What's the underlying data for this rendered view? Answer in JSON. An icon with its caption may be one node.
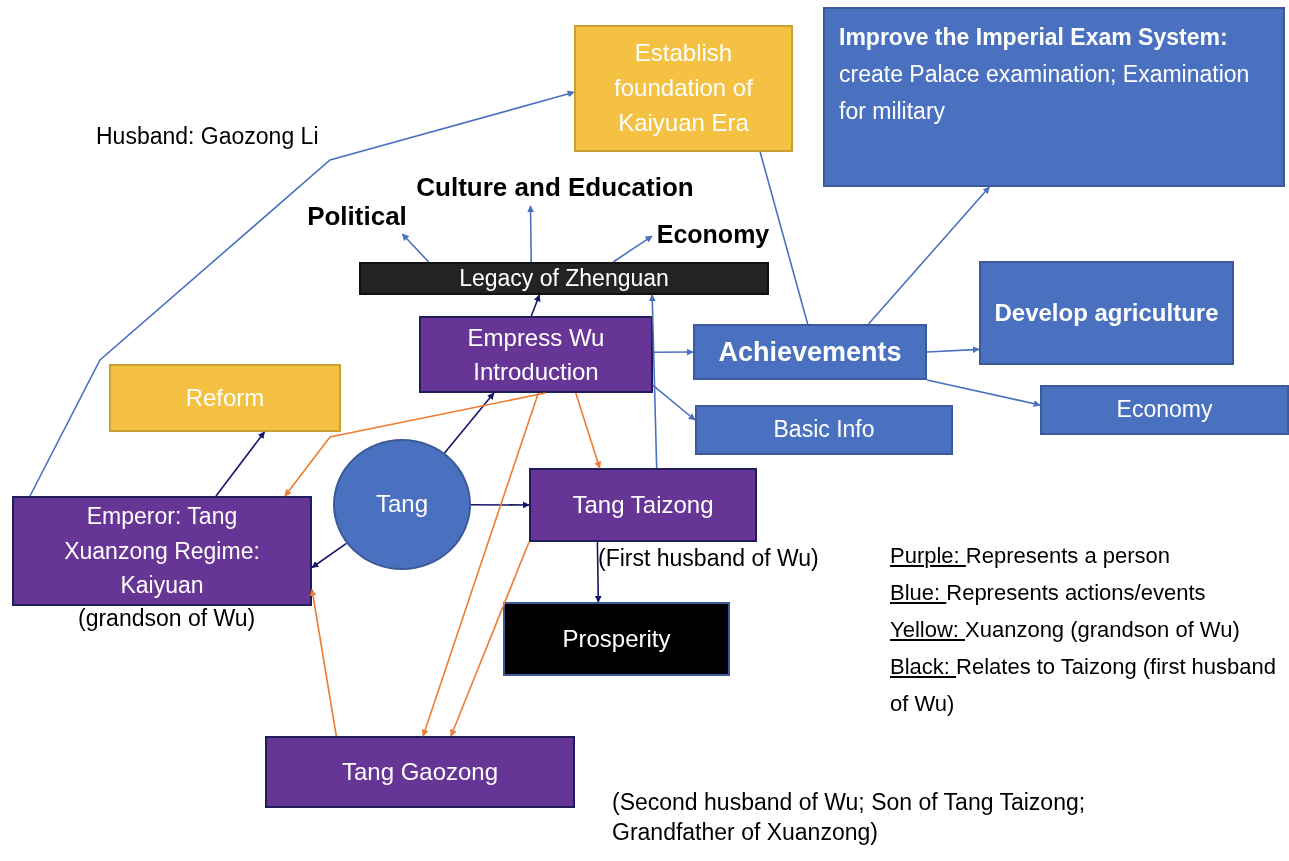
{
  "diagram": {
    "nodes": [
      {
        "text": [
          "Establish foundation of Kaiyuan Era"
        ]
      },
      {
        "text": [
          "Improve the Imperial Exam System:",
          "create Palace examination; Examination for military"
        ]
      },
      {
        "text": [
          "Culture and Education"
        ]
      },
      {
        "text": [
          "Political"
        ]
      },
      {
        "text": [
          "Economy"
        ]
      },
      {
        "text": [
          "Legacy of Zhenguan"
        ]
      },
      {
        "text": [
          "Empress Wu Introduction"
        ]
      },
      {
        "text": [
          "Achievements"
        ]
      },
      {
        "text": [
          "Develop agriculture"
        ]
      },
      {
        "text": [
          "Economy"
        ]
      },
      {
        "text": [
          "Basic Info"
        ]
      },
      {
        "text": [
          "Reform"
        ]
      },
      {
        "text": [
          "Tang"
        ]
      },
      {
        "text": [
          "Tang Taizong"
        ],
        "beside": [
          "(First husband of Wu)"
        ]
      },
      {
        "text": [
          "Emperor: Tang Xuanzong Regime: Kaiyuan"
        ],
        "beside": [
          "(grandson of Wu)"
        ]
      },
      {
        "text": [
          "Prosperity"
        ]
      },
      {
        "text": [
          "Tang Gaozong"
        ],
        "beside": [
          "(Second husband of Wu; Son of Tang Taizong; Grandfather of Xuanzong)"
        ]
      }
    ],
    "edges": [
      {
        "from": 14,
        "to": 0,
        "arrow": "to"
      },
      {
        "from": 0,
        "to": 7,
        "arrow": "none"
      },
      {
        "from": 5,
        "to": 3,
        "arrow": "to"
      },
      {
        "from": 5,
        "to": 2,
        "arrow": "to"
      },
      {
        "from": 5,
        "to": 4,
        "arrow": "to"
      },
      {
        "from": 6,
        "to": 5,
        "arrow": "to",
        "color": "#15156b"
      },
      {
        "from": 13,
        "to": 5,
        "arrow": "to"
      },
      {
        "from": 6,
        "to": 7,
        "arrow": "to"
      },
      {
        "from": 6,
        "to": 10,
        "arrow": "to"
      },
      {
        "from": 7,
        "to": 1,
        "arrow": "to"
      },
      {
        "from": 7,
        "to": 8,
        "arrow": "to"
      },
      {
        "from": 7,
        "to": 9,
        "arrow": "to"
      },
      {
        "from": 12,
        "to": 6,
        "arrow": "to",
        "color": "#15156b"
      },
      {
        "from": 12,
        "to": 13,
        "arrow": "to",
        "color": "#15156b"
      },
      {
        "from": 12,
        "to": 14,
        "arrow": "to",
        "color": "#15156b"
      },
      {
        "from": 14,
        "to": 11,
        "arrow": "to",
        "color": "#15156b"
      },
      {
        "from": 13,
        "to": 15,
        "arrow": "to",
        "color": "#15156b"
      },
      {
        "from": 6,
        "to": 14,
        "arrow": "to",
        "color": "#ed7d31"
      },
      {
        "from": 6,
        "to": 13,
        "arrow": "to",
        "color": "#ed7d31"
      },
      {
        "from": 6,
        "to": 16,
        "arrow": "to",
        "color": "#ed7d31"
      },
      {
        "from": 13,
        "to": 16,
        "arrow": "to",
        "color": "#ed7d31"
      },
      {
        "from": 16,
        "to": 14,
        "arrow": "to",
        "color": "#ed7d31"
      }
    ],
    "labels": [
      "Husband: Gaozong Li",
      "Purple: Represents a person",
      "Blue: Represents actions/events",
      "Yellow: Xuanzong (grandson of Wu)",
      "Black: Relates to Taizong (first husband of Wu)"
    ]
  }
}
